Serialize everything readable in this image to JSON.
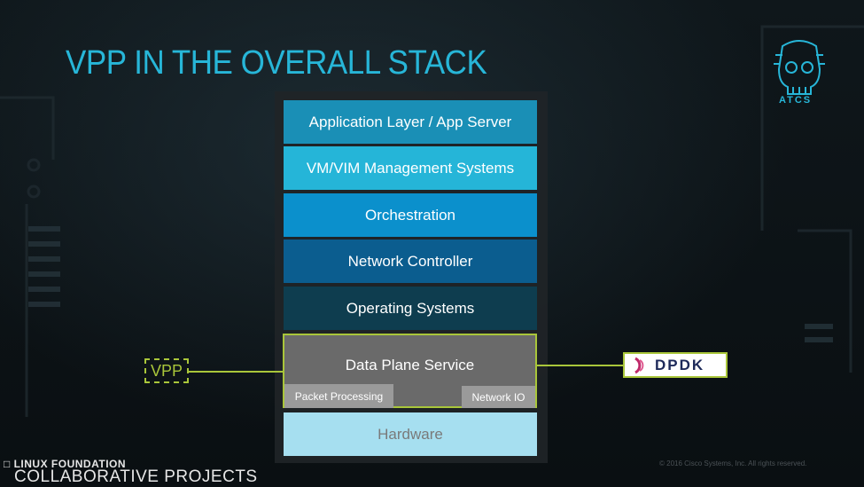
{
  "slide": {
    "title": "VPP IN THE OVERALL STACK"
  },
  "stack": {
    "layers": [
      {
        "label": "Application Layer / App Server",
        "color": "#1a8fb6"
      },
      {
        "label": "VM/VIM Management Systems",
        "color": "#25b5d8"
      },
      {
        "label": "Orchestration",
        "color": "#0b90cc"
      },
      {
        "label": "Network Controller",
        "color": "#0b5d8f"
      },
      {
        "label": "Operating Systems",
        "color": "#0e3d4f"
      }
    ],
    "data_plane": {
      "label": "Data Plane Service",
      "packet_processing": "Packet Processing",
      "network_io": "Network IO"
    },
    "hardware": "Hardware"
  },
  "callouts": {
    "vpp": "VPP",
    "dpdk": "DPDK"
  },
  "branding": {
    "logo_text": "ATCS",
    "footer_brand": "LINUX FOUNDATION",
    "footer_sub": "COLLABORATIVE PROJECTS",
    "copyright": "© 2016 Cisco Systems, Inc. All rights reserved."
  },
  "colors": {
    "accent": "#27b6d8",
    "highlight": "#a9c63a"
  }
}
